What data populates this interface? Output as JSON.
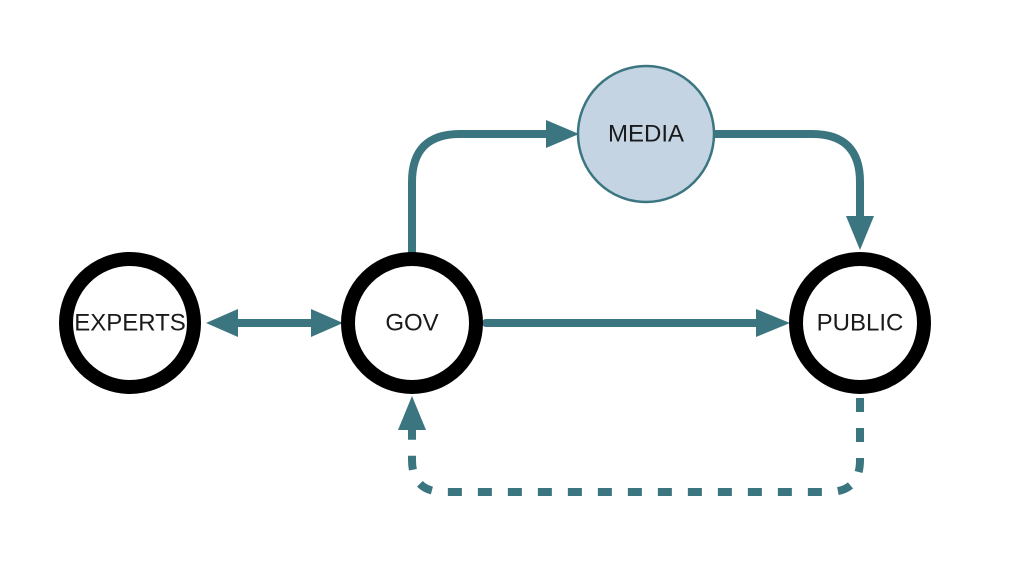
{
  "diagram": {
    "nodes": {
      "experts": {
        "label": "EXPERTS"
      },
      "gov": {
        "label": "GOV"
      },
      "media": {
        "label": "MEDIA"
      },
      "public": {
        "label": "PUBLIC"
      }
    },
    "edges": [
      {
        "from": "experts",
        "to": "gov",
        "style": "solid",
        "direction": "both"
      },
      {
        "from": "gov",
        "to": "public",
        "style": "solid",
        "direction": "forward"
      },
      {
        "from": "gov",
        "to": "media",
        "style": "solid",
        "direction": "forward"
      },
      {
        "from": "media",
        "to": "public",
        "style": "solid",
        "direction": "forward"
      },
      {
        "from": "public",
        "to": "gov",
        "style": "dashed",
        "direction": "forward"
      }
    ],
    "colors": {
      "edge": "#3a7580",
      "node_border": "#000000",
      "media_fill": "#c5d4e3",
      "media_border": "#3a7580"
    }
  }
}
